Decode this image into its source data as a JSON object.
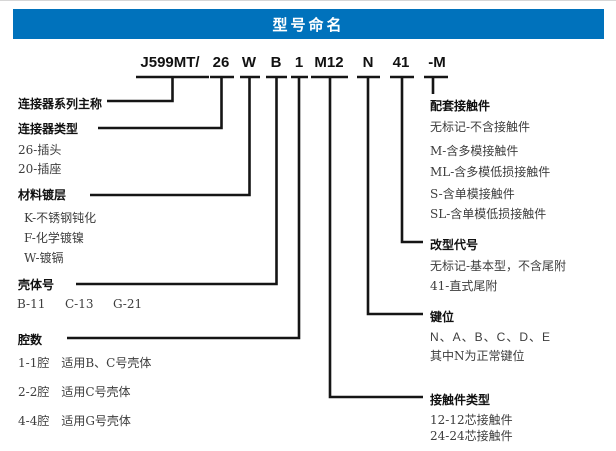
{
  "header": {
    "title": "型号命名",
    "bar_color": "#0072bc"
  },
  "model": {
    "full_number": "J599MT/ 26 W B 1 M12 N 41 -M",
    "segments": [
      "J599MT/",
      "26",
      "W",
      "B",
      "1",
      "M12",
      "N",
      "41",
      "-M"
    ]
  },
  "left_groups": [
    {
      "title": "连接器系列主称",
      "items": []
    },
    {
      "title": "连接器类型",
      "items": [
        "26-插头",
        "20-插座"
      ]
    },
    {
      "title": "材料镀层",
      "items": [
        "K-不锈钢钝化",
        "F-化学镀镍",
        "W-镀镉"
      ]
    },
    {
      "title": "壳体号",
      "items": [
        "B-11",
        "C-13",
        "G-21"
      ]
    },
    {
      "title": "腔数",
      "items": [
        "1-1腔　适用B、C号壳体",
        "2-2腔　适用C号壳体",
        "4-4腔　适用G号壳体"
      ]
    }
  ],
  "right_groups": [
    {
      "title": "配套接触件",
      "items": [
        "无标记-不含接触件",
        "M-含多模接触件",
        "ML-含多模低损接触件",
        "S-含单模接触件",
        "SL-含单模低损接触件"
      ]
    },
    {
      "title": "改型代号",
      "items": [
        "无标记-基本型，不含尾附",
        "41-直式尾附"
      ]
    },
    {
      "title": "键位",
      "items": [
        "N、A、B、C、D、E",
        "其中N为正常键位"
      ]
    },
    {
      "title": "接触件类型",
      "items": [
        "12-12芯接触件",
        "24-24芯接触件"
      ]
    }
  ],
  "colors": {
    "accent_blue": "#0072bc",
    "line_black": "#151515",
    "item_text": "#3d3d3d"
  }
}
